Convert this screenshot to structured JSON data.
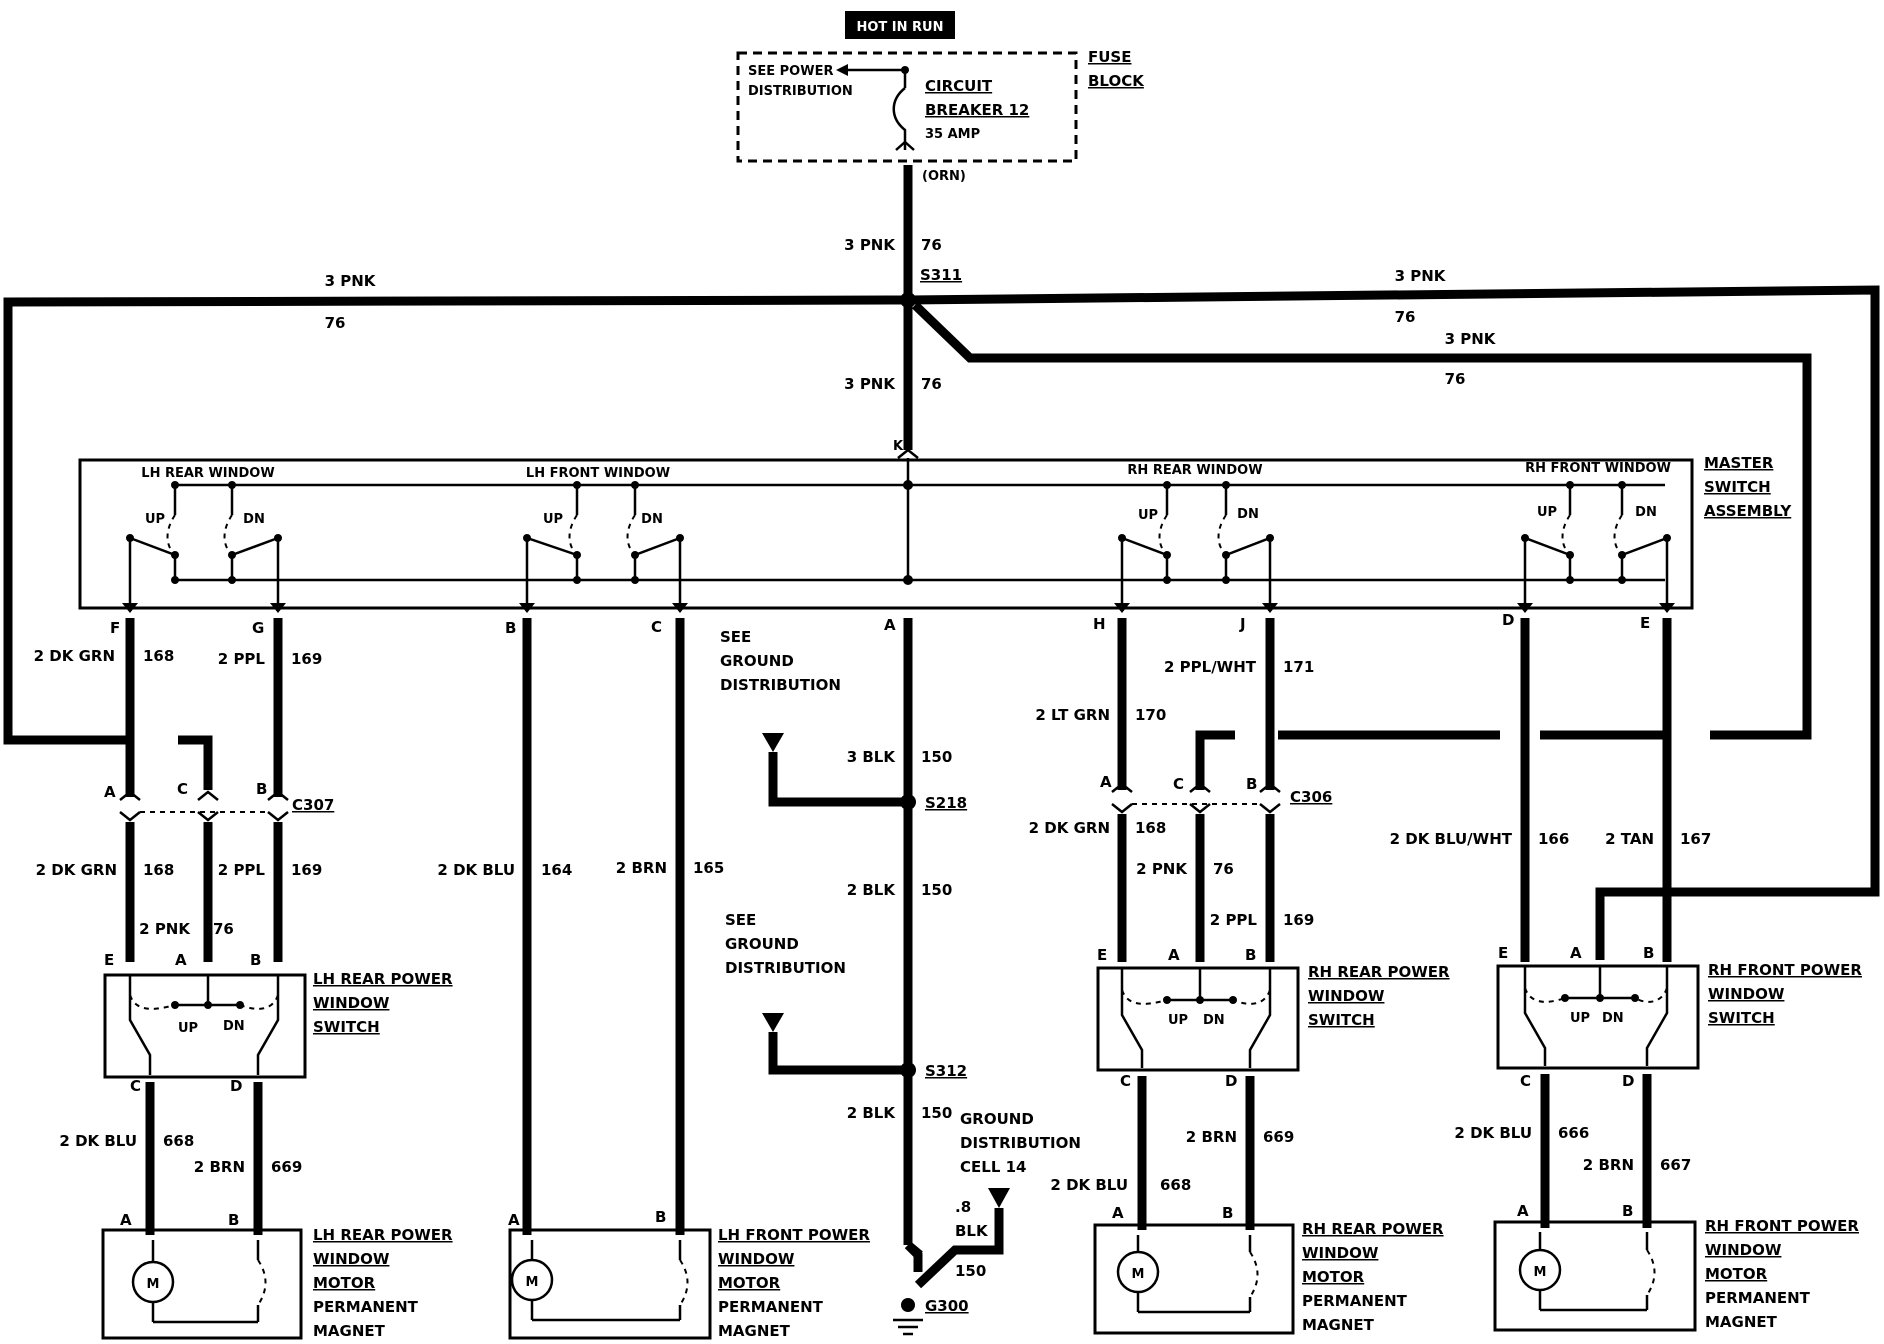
{
  "hot_in_run": "HOT IN RUN",
  "fuse": {
    "see_power": "SEE POWER",
    "distribution": "DISTRIBUTION",
    "circuit": "CIRCUIT",
    "breaker": "BREAKER 12",
    "amp": "35 AMP",
    "block1": "FUSE",
    "block2": "BLOCK",
    "orn": "(ORN)"
  },
  "wires": {
    "pnk3": "3 PNK",
    "c76": "76",
    "s311": "S311",
    "k": "K"
  },
  "master": {
    "lh_rear": "LH REAR WINDOW",
    "lh_front": "LH FRONT WINDOW",
    "rh_rear": "RH REAR WINDOW",
    "rh_front": "RH FRONT WINDOW",
    "title1": "MASTER",
    "title2": "SWITCH",
    "title3": "ASSEMBLY",
    "up": "UP",
    "dn": "DN"
  },
  "pins": {
    "F": "F",
    "G": "G",
    "B": "B",
    "C": "C",
    "A": "A",
    "H": "H",
    "J": "J",
    "D": "D",
    "E": "E"
  },
  "labels": {
    "dkgrn2": "2 DK GRN",
    "c168": "168",
    "ppl2": "2 PPL",
    "c169": "169",
    "dkblu2": "2 DK BLU",
    "c164": "164",
    "brn2": "2 BRN",
    "c165": "165",
    "see": "SEE",
    "ground": "GROUND",
    "distribution": "DISTRIBUTION",
    "blk3": "3 BLK",
    "c150": "150",
    "blk2": "2 BLK",
    "s218": "S218",
    "s312": "S312",
    "pplwht2": "2 PPL/WHT",
    "c171": "171",
    "ltgrn2": "2 LT GRN",
    "c170": "170",
    "c307": "C307",
    "c306": "C306",
    "pnk2": "2 PNK",
    "dkbluwht2": "2 DK BLU/WHT",
    "c166": "166",
    "tan2": "2 TAN",
    "c167": "167",
    "c668": "668",
    "c669": "669",
    "c666": "666",
    "c667": "667",
    "gd_ground": "GROUND",
    "gd_distribution": "DISTRIBUTION",
    "gd_cell": "CELL 14",
    "blk08a": ".8",
    "blk08b": "BLK",
    "g300": "G300"
  },
  "devices": {
    "lhrs1": "LH REAR POWER",
    "lhrs2": "WINDOW",
    "lhrs3": "SWITCH",
    "rhrs1": "RH REAR POWER",
    "rhrs2": "WINDOW",
    "rhrs3": "SWITCH",
    "rhfs1": "RH FRONT POWER",
    "rhfs2": "WINDOW",
    "rhfs3": "SWITCH",
    "lhrm1": "LH REAR POWER",
    "lhfm1": "LH FRONT POWER",
    "rhrm1": "RH REAR POWER",
    "rhfm1": "RH FRONT POWER",
    "window": "WINDOW",
    "motor": "MOTOR",
    "perm": "PERMANENT",
    "magnet": "MAGNET",
    "m": "M"
  }
}
